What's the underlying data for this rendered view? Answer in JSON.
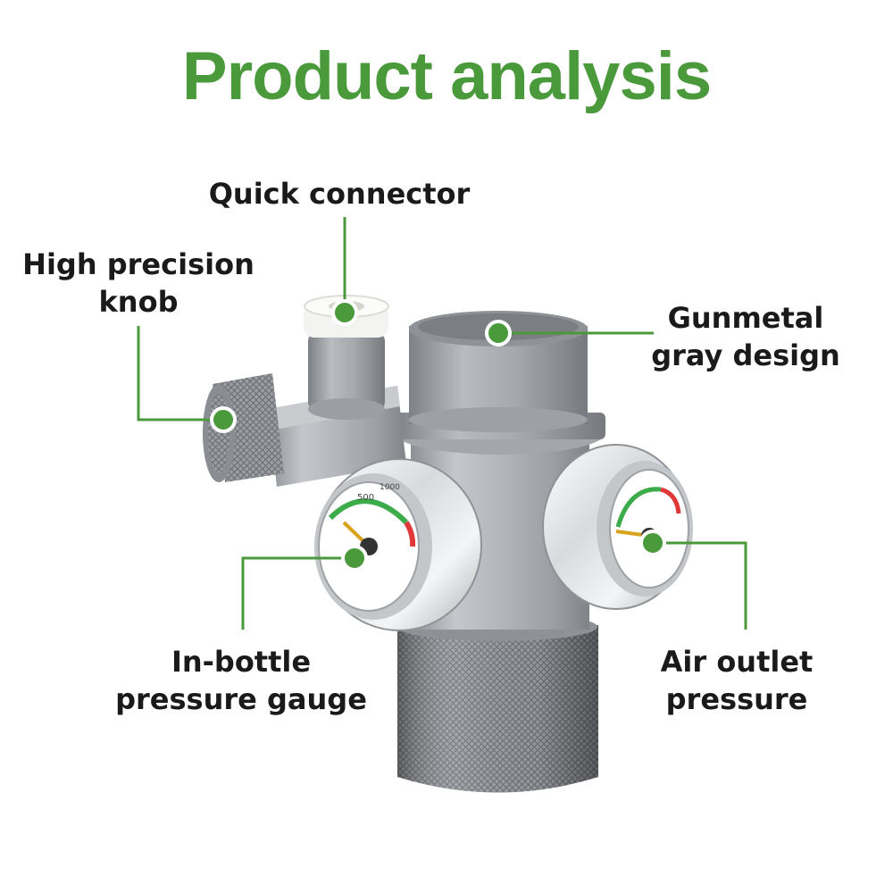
{
  "title": "Product analysis",
  "colors": {
    "accent": "#4a9a3c",
    "text": "#1a1a1a",
    "metal": "#a9acb0",
    "chrome": "#e6e8ea",
    "background": "#ffffff"
  },
  "callouts": {
    "quick_connector": {
      "line1": "Quick connector"
    },
    "knob": {
      "line1": "High precision",
      "line2": "knob"
    },
    "gunmetal": {
      "line1": "Gunmetal",
      "line2": "gray design"
    },
    "in_bottle": {
      "line1": "In-bottle",
      "line2": "pressure gauge"
    },
    "air_outlet": {
      "line1": "Air outlet",
      "line2": "pressure"
    }
  }
}
